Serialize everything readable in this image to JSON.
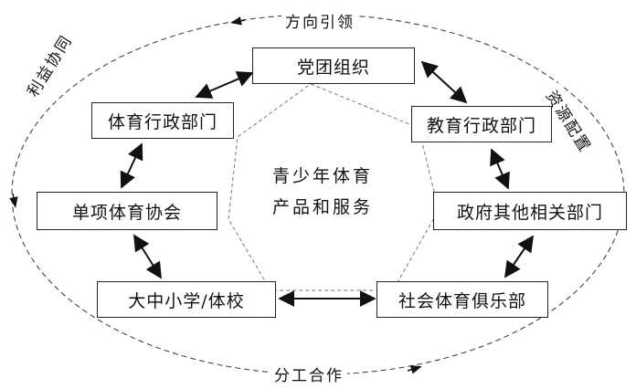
{
  "outer_labels": {
    "top": "方向引领",
    "bottom": "分工合作",
    "left": "利益协同",
    "right": "资源配置"
  },
  "center": {
    "line1": "青少年体育",
    "line2": "产品和服务"
  },
  "nodes": {
    "party": "党团组织",
    "sports_admin": "体育行政部门",
    "edu_admin": "教育行政部门",
    "sports_assoc": "单项体育协会",
    "gov_depts": "政府其他相关部门",
    "schools": "大中小学/体校",
    "social_clubs": "社会体育俱乐部"
  }
}
